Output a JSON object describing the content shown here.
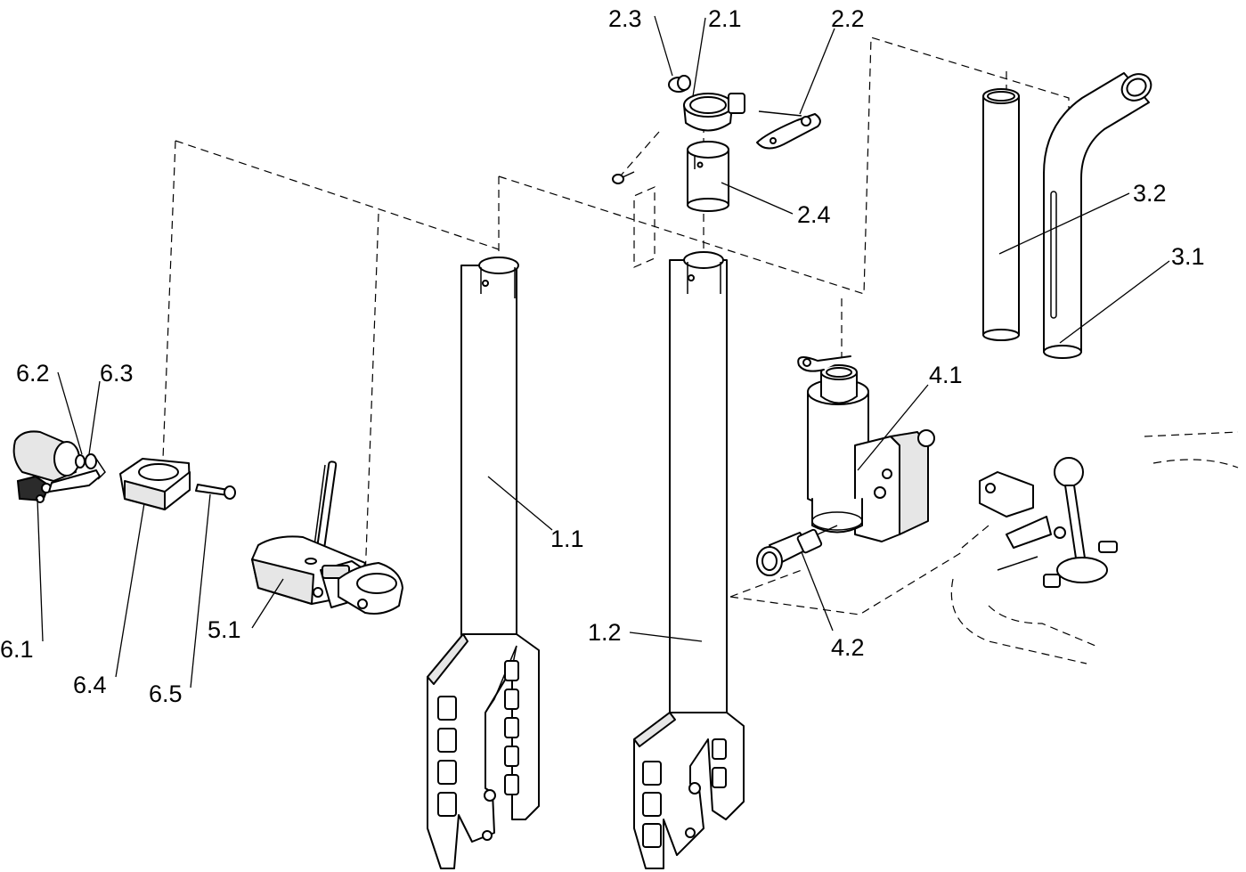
{
  "labels": {
    "p1_1": "1.1",
    "p1_2": "1.2",
    "p2_1": "2.1",
    "p2_2": "2.2",
    "p2_3": "2.3",
    "p2_4": "2.4",
    "p3_1": "3.1",
    "p3_2": "3.2",
    "p4_1": "4.1",
    "p4_2": "4.2",
    "p5_1": "5.1",
    "p6_1": "6.1",
    "p6_2": "6.2",
    "p6_3": "6.3",
    "p6_4": "6.4",
    "p6_5": "6.5"
  },
  "colors": {
    "line": "#000000",
    "background": "#ffffff",
    "shade": "#e6e6e6"
  }
}
